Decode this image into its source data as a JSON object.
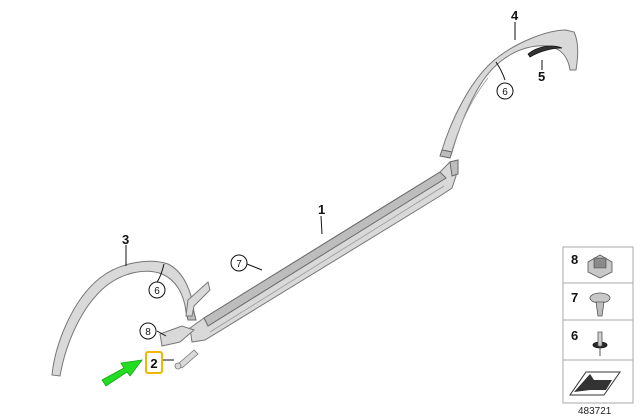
{
  "callouts": {
    "p1": "1",
    "p2": "2",
    "p3": "3",
    "p4": "4",
    "p5": "5",
    "p6a": "6",
    "p6b": "6",
    "p7": "7",
    "p8": "8"
  },
  "legend": {
    "items": [
      {
        "label": "8"
      },
      {
        "label": "7"
      },
      {
        "label": "6"
      }
    ]
  },
  "diagram_number": "483721",
  "colors": {
    "highlight": "#f2b800",
    "arrow": "#22dd22",
    "part_fill": "#d9d9d9",
    "part_stroke": "#777777"
  }
}
